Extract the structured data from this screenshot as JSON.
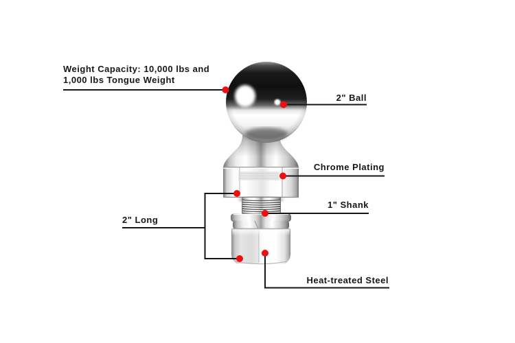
{
  "page": {
    "background": "#ffffff"
  },
  "colors": {
    "accent_red": "#ee0f0f",
    "leader_line": "#151515",
    "text": "#161616",
    "chrome_dark": "#101010",
    "chrome_light": "#ffffff"
  },
  "diagram": {
    "callouts": {
      "weight_capacity": {
        "line1": "Weight Capacity: 10,000 lbs and",
        "line2": "1,000 lbs Tongue Weight"
      },
      "ball": {
        "label": "2\" Ball"
      },
      "chrome_plating": {
        "label": "Chrome Plating"
      },
      "shank": {
        "label": "1\" Shank"
      },
      "length": {
        "label": "2\" Long"
      },
      "material": {
        "label": "Heat-treated Steel"
      }
    }
  }
}
